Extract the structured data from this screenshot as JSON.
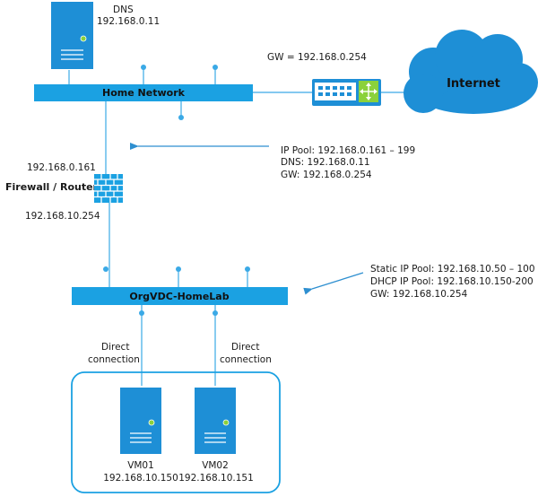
{
  "colors": {
    "network_blue": "#1BA1E2",
    "server_blue": "#1E8FD6",
    "line_blue": "#3AA9E6",
    "arrow_blue": "#2E8FD0",
    "status_green": "#8BD13B",
    "text": "#1a1a1a"
  },
  "dns_server": {
    "icon": "server-icon",
    "name": "DNS",
    "ip": "192.168.0.11"
  },
  "home_network": {
    "label": "Home Network"
  },
  "gateway": {
    "icon": "router-icon",
    "label": "GW = 192.168.0.254"
  },
  "internet": {
    "icon": "cloud-icon",
    "label": "Internet"
  },
  "home_pool_info": {
    "lines": [
      "IP Pool: 192.168.0.161 – 199",
      "DNS: 192.168.0.11",
      "GW: 192.168.0.254"
    ]
  },
  "firewall": {
    "icon": "firewall-icon",
    "label": "Firewall / Router",
    "ip_outer": "192.168.0.161",
    "ip_inner": "192.168.10.254"
  },
  "orgvdc_network": {
    "label": "OrgVDC-HomeLab"
  },
  "orgvdc_pool_info": {
    "lines": [
      "Static IP Pool: 192.168.10.50 – 100",
      "DHCP IP Pool: 192.168.10.150-200",
      "GW: 192.168.10.254"
    ]
  },
  "connections": [
    {
      "line1": "Direct",
      "line2": "connection"
    },
    {
      "line1": "Direct",
      "line2": "connection"
    }
  ],
  "vms": [
    {
      "icon": "server-icon",
      "name": "VM01",
      "ip": "192.168.10.150"
    },
    {
      "icon": "server-icon",
      "name": "VM02",
      "ip": "192.168.10.151"
    }
  ]
}
